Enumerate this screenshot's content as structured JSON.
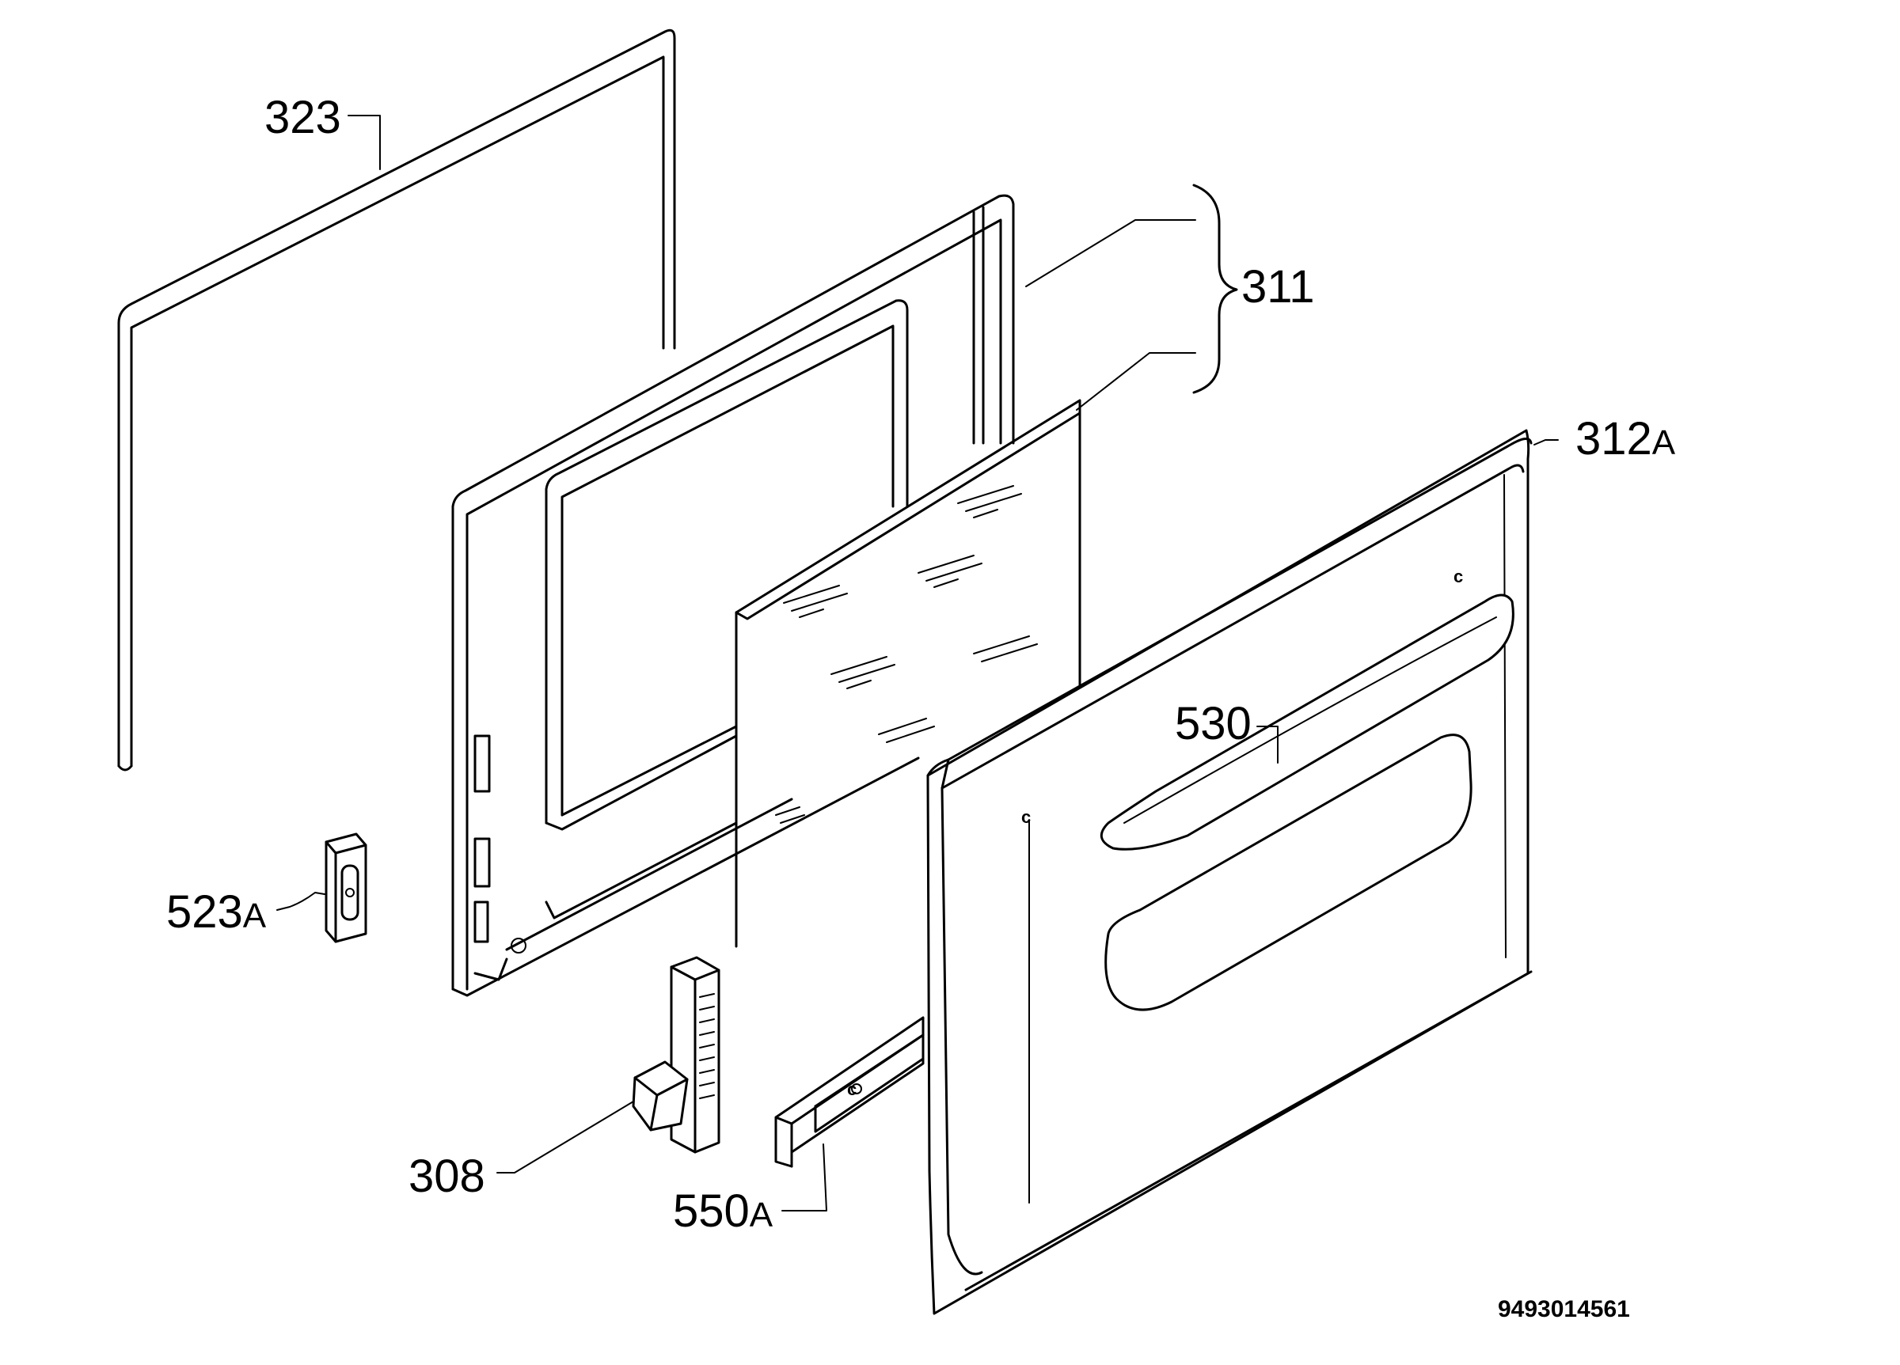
{
  "diagram": {
    "parts": [
      {
        "id": "323",
        "label": "323"
      },
      {
        "id": "311",
        "label": "311"
      },
      {
        "id": "312A",
        "label": "312",
        "suffix": "A"
      },
      {
        "id": "530",
        "label": "530"
      },
      {
        "id": "523A",
        "label": "523",
        "suffix": "A"
      },
      {
        "id": "308",
        "label": "308"
      },
      {
        "id": "550A",
        "label": "550",
        "suffix": "A"
      }
    ],
    "document_number": "9493014561"
  }
}
